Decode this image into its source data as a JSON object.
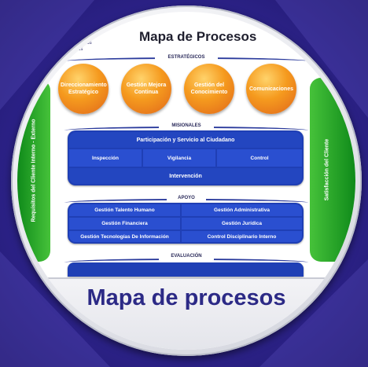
{
  "logo": {
    "name": "icios",
    "sub": "de Servicios",
    "sub2": "iciliarios"
  },
  "title": "Mapa de Procesos",
  "sections": {
    "estrategicos": "ESTRATÉGICOS",
    "misionales": "MISIONALES",
    "apoyo": "APOYO",
    "evaluacion": "EVALUACIÓN"
  },
  "strategic": [
    "Direccionamiento Estratégico",
    "Gestión Mejora Continua",
    "Gestión del Conocimiento",
    "Comunicaciones"
  ],
  "left_bar": "Requisitos del Cliente Interno - Externo",
  "right_bar": "Satisfacción del Cliente",
  "missional": {
    "top": "Participación y Servicio al Ciudadano",
    "middle": [
      "Inspección",
      "Vigilancia",
      "Control"
    ],
    "bottom": "Intervención"
  },
  "support": [
    [
      "Gestión Talento Humano",
      "Gestión Administrativa"
    ],
    [
      "Gestión Financiera",
      "Gestión Jurídica"
    ],
    [
      "Gestión Tecnologías De Información",
      "Control Disciplinario Interno"
    ]
  ],
  "footer": "Mapa de procesos"
}
